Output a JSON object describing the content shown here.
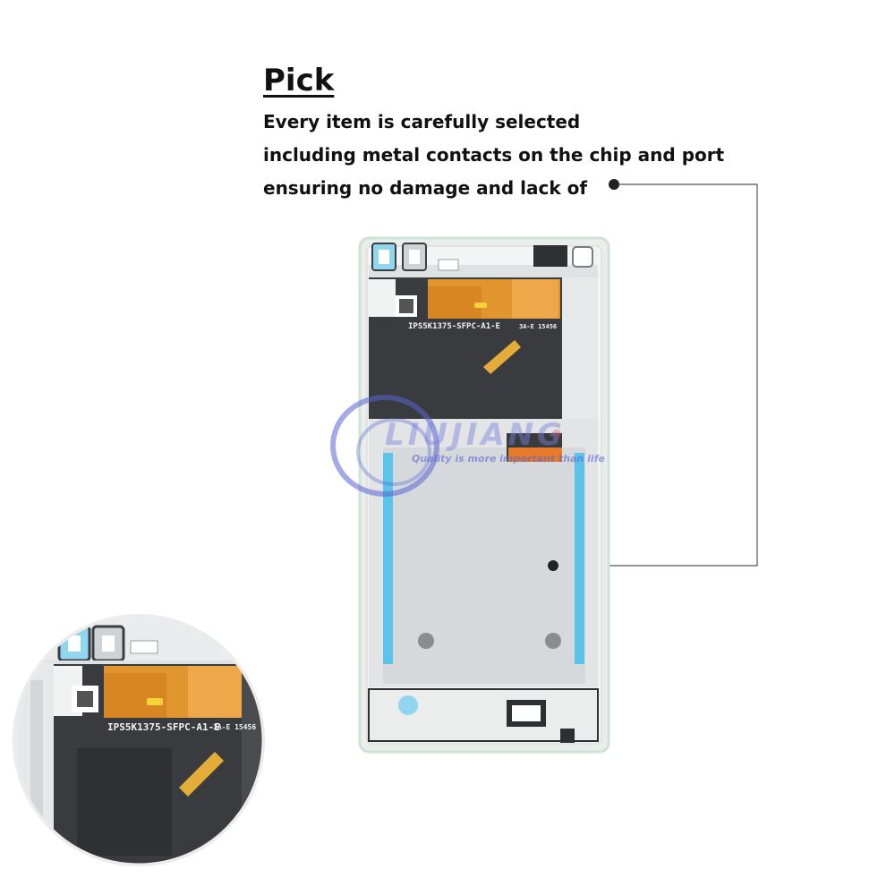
{
  "heading": "Pick",
  "description": {
    "line1": "Every item is carefully selected",
    "line2": "including metal contacts on the chip and port",
    "line3": "ensuring no damage and lack of"
  },
  "watermark": {
    "brand": "LIUJIANG",
    "tagline": "Quality is more important than life",
    "mark": "®"
  },
  "flex_label": "IPS5K1375-SFPC-A1-E",
  "flex_stamp": "3A-E 15456",
  "colors": {
    "frame": "#e9eeec",
    "frame_edge": "#cfe2d6",
    "panel": "#d6d9dc",
    "shield": "#3a3b3e",
    "flex": "#e0952e",
    "tape": "#5cc3ea",
    "leader_line": "#555555"
  }
}
